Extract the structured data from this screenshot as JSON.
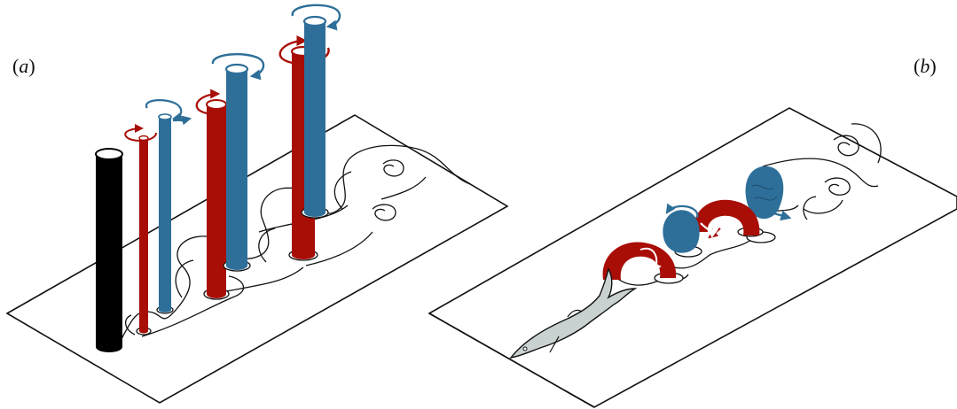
{
  "panels": [
    {
      "id": "a",
      "label": "a"
    },
    {
      "id": "b",
      "label": "b"
    }
  ],
  "colors": {
    "cylinder": "#000000",
    "red_vortex": "#a80d06",
    "blue_vortex": "#2e6f99",
    "fish": "#c9d1d1",
    "line": "#111111",
    "plate_fill": "#ffffff"
  },
  "icons": {
    "cylinder": "black-cylinder-icon",
    "red_column": "red-vortex-column-icon",
    "blue_column": "blue-vortex-column-icon",
    "rotation_arrow": "rotation-arrow-icon",
    "fish": "fish-icon"
  }
}
